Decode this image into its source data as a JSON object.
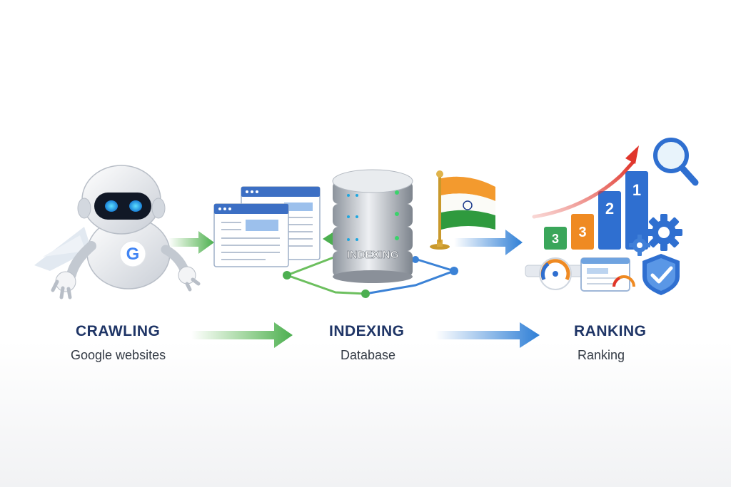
{
  "steps": [
    {
      "title": "CRAWLING",
      "subtitle": "Google websites"
    },
    {
      "title": "INDEXING",
      "subtitle": "Database"
    },
    {
      "title": "RANKING",
      "subtitle": "Ranking"
    }
  ],
  "database_label": "INDEXING",
  "robot_badge": "G",
  "ranking_bars": [
    "3",
    "3",
    "2",
    "1"
  ],
  "icons": {
    "robot": "google-robot-icon",
    "pages": "web-pages-icon",
    "database": "database-server-icon",
    "flag": "india-flag-icon",
    "magnifier": "magnifier-icon",
    "gear": "gear-icon",
    "shield": "shield-check-icon",
    "gauge": "gauge-icon"
  },
  "colors": {
    "title": "#1f3566",
    "green_arrow": "#58b84a",
    "blue_arrow": "#2f7fd6",
    "trend_arrow": "#e0352b",
    "bar_green": "#3aa65a",
    "bar_orange": "#ef8a22",
    "bar_blue": "#2f6fd0"
  }
}
